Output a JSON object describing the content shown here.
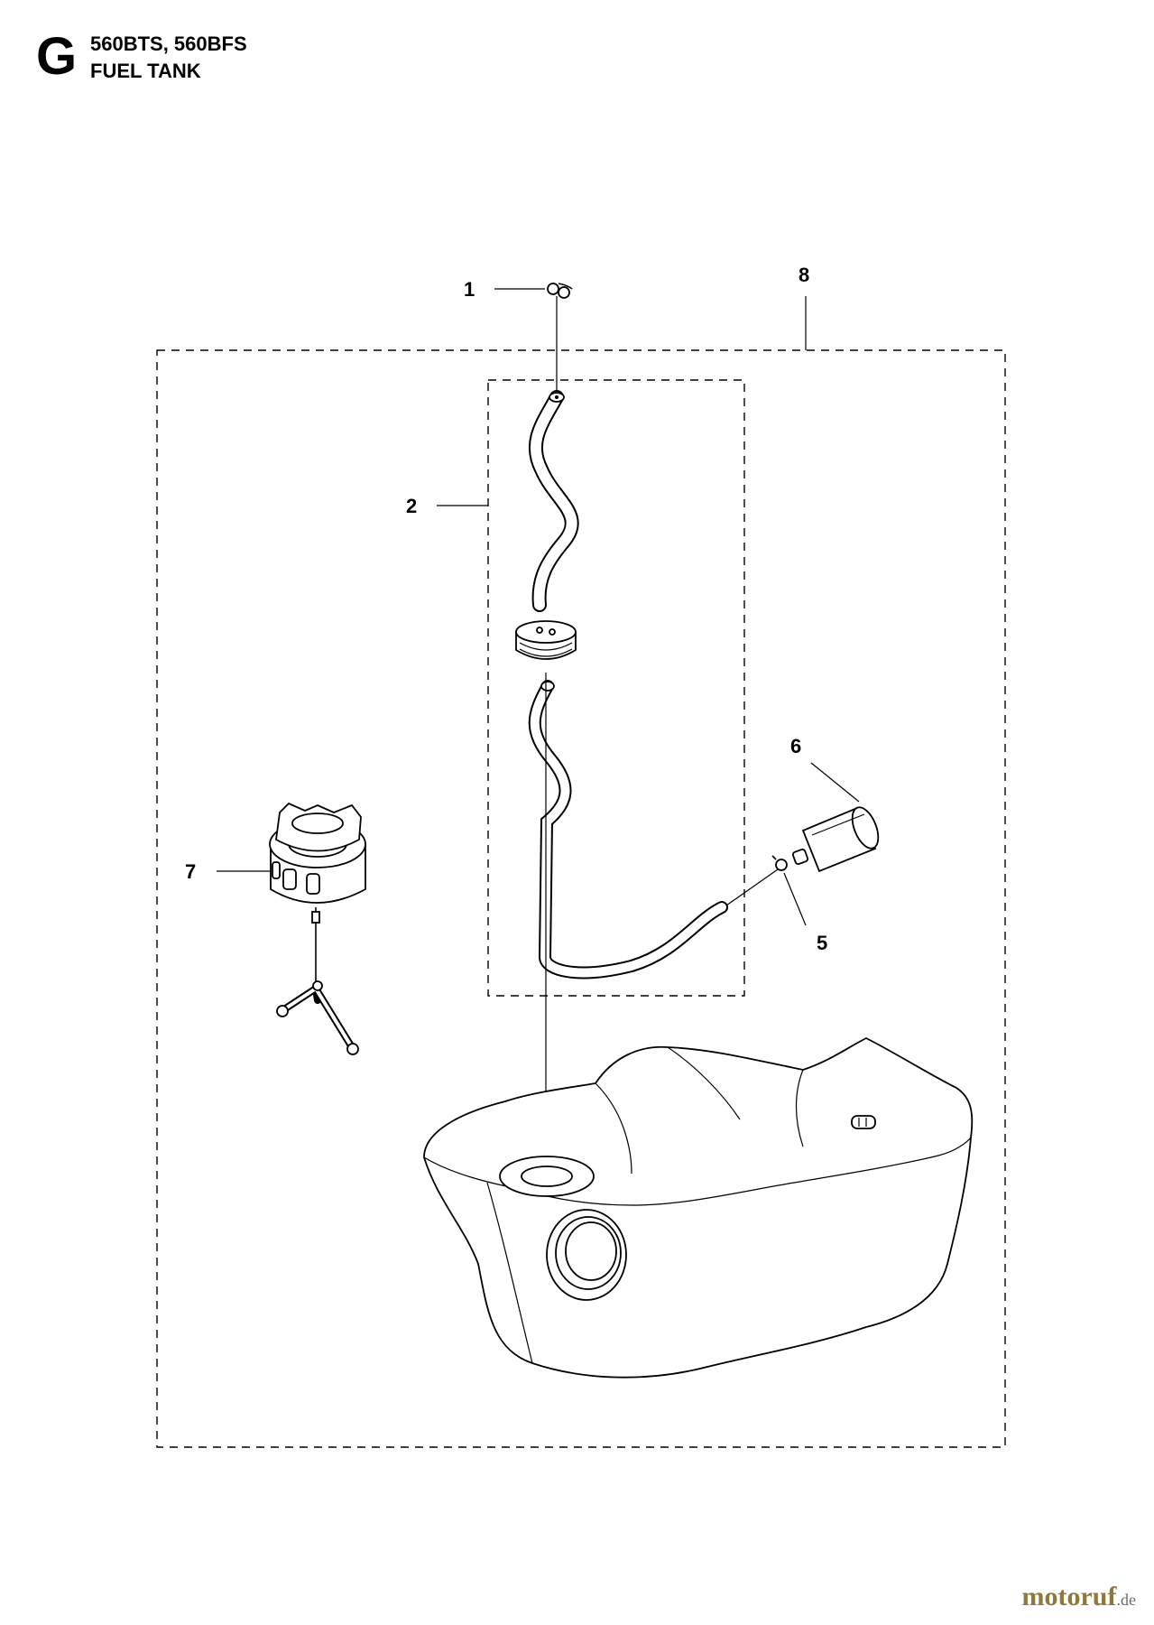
{
  "header": {
    "section_letter": "G",
    "model": "560BTS, 560BFS",
    "title": "FUEL TANK"
  },
  "callouts": [
    "1",
    "2",
    "5",
    "6",
    "7",
    "8"
  ],
  "watermark": {
    "brand": "motoruf",
    "tld": ".de"
  },
  "colors": {
    "line": "#000000",
    "background": "#ffffff",
    "watermark": "#8c7a3a"
  }
}
